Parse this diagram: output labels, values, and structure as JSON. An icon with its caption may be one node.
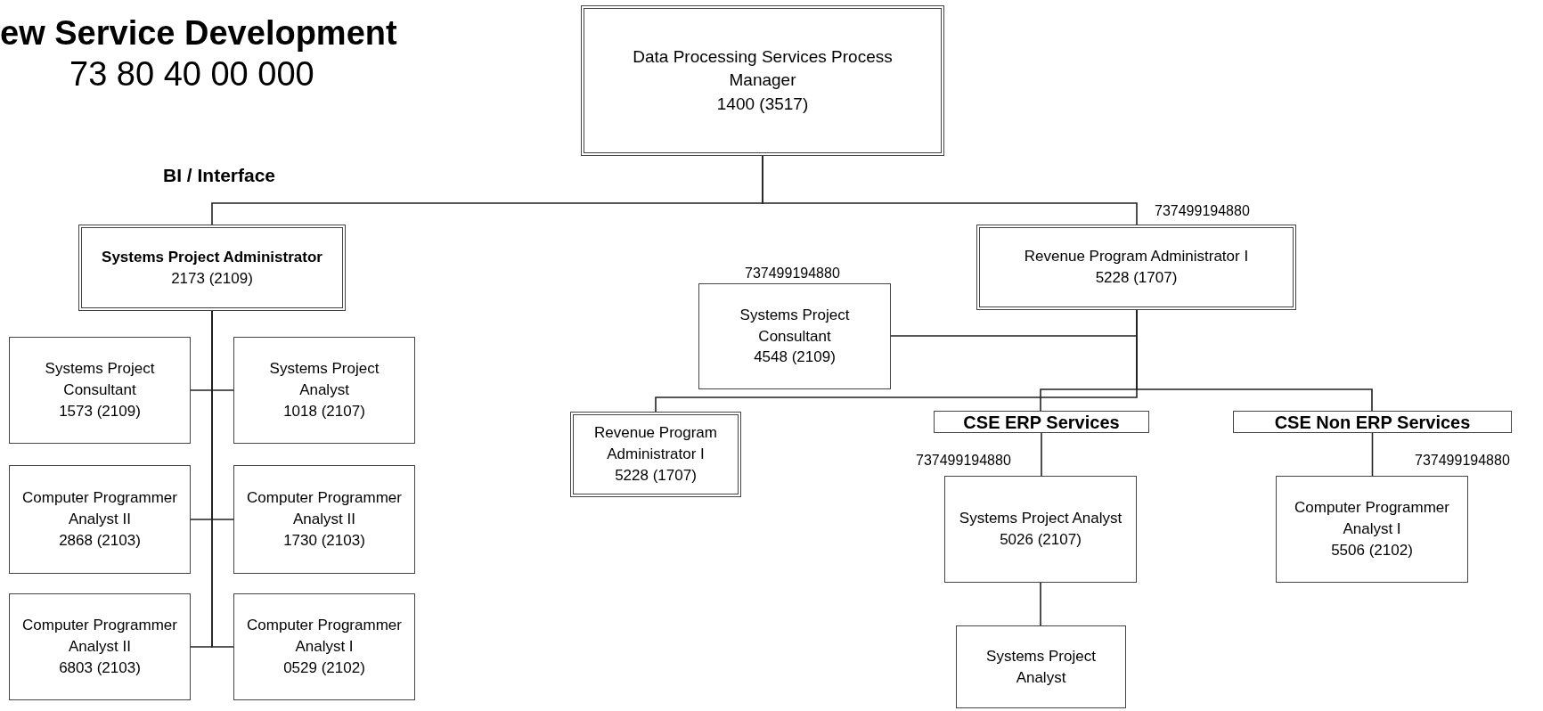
{
  "diagram": {
    "title": "ew Service Development",
    "nodes": [
      {
        "text": [
          "Data Processing Services Process Manager",
          "1400 (3517)"
        ]
      },
      {
        "text": [
          "Systems Project Administrator",
          "2173 (2109)"
        ]
      },
      {
        "text": [
          "Systems Project Consultant",
          "1573 (2109)"
        ]
      },
      {
        "text": [
          "Systems Project Analyst",
          "1018 (2107)"
        ]
      },
      {
        "text": [
          "Computer Programmer Analyst II",
          "2868 (2103)"
        ]
      },
      {
        "text": [
          "Computer Programmer Analyst II",
          "1730 (2103)"
        ]
      },
      {
        "text": [
          "Computer Programmer Analyst II",
          "6803 (2103)"
        ]
      },
      {
        "text": [
          "Computer Programmer Analyst I",
          "0529 (2102)"
        ]
      },
      {
        "text": [
          "Revenue Program Administrator I",
          "5228 (1707)"
        ],
        "beside": [
          "737499194880"
        ]
      },
      {
        "text": [
          "Systems Project Consultant",
          "4548 (2109)"
        ],
        "beside": [
          "737499194880"
        ]
      },
      {
        "text": [
          "Revenue Program Administrator I",
          "5228 (1707)"
        ]
      },
      {
        "text": [
          "CSE ERP Services"
        ]
      },
      {
        "text": [
          "CSE Non ERP Services"
        ]
      },
      {
        "text": [
          "Systems Project Analyst",
          "5026 (2107)"
        ],
        "beside": [
          "737499194880"
        ]
      },
      {
        "text": [
          "Computer Programmer Analyst I",
          "5506 (2102)"
        ],
        "beside": [
          "737499194880"
        ]
      },
      {
        "text": [
          "Systems Project Analyst"
        ]
      }
    ],
    "edges": [
      {
        "from": 0,
        "to": 1,
        "arrow": "none"
      },
      {
        "from": 0,
        "to": 8,
        "arrow": "none"
      },
      {
        "from": 1,
        "to": 2,
        "arrow": "none"
      },
      {
        "from": 1,
        "to": 3,
        "arrow": "none"
      },
      {
        "from": 1,
        "to": 4,
        "arrow": "none"
      },
      {
        "from": 1,
        "to": 5,
        "arrow": "none"
      },
      {
        "from": 1,
        "to": 6,
        "arrow": "none"
      },
      {
        "from": 1,
        "to": 7,
        "arrow": "none"
      },
      {
        "from": 8,
        "to": 9,
        "arrow": "none"
      },
      {
        "from": 8,
        "to": 10,
        "arrow": "none"
      },
      {
        "from": 8,
        "to": 11,
        "arrow": "none"
      },
      {
        "from": 8,
        "to": 12,
        "arrow": "none"
      },
      {
        "from": 11,
        "to": 13,
        "arrow": "none"
      },
      {
        "from": 12,
        "to": 14,
        "arrow": "none"
      },
      {
        "from": 13,
        "to": 15,
        "arrow": "none"
      }
    ],
    "labels": [
      "73 80 40 00 000",
      "BI / Interface"
    ]
  }
}
